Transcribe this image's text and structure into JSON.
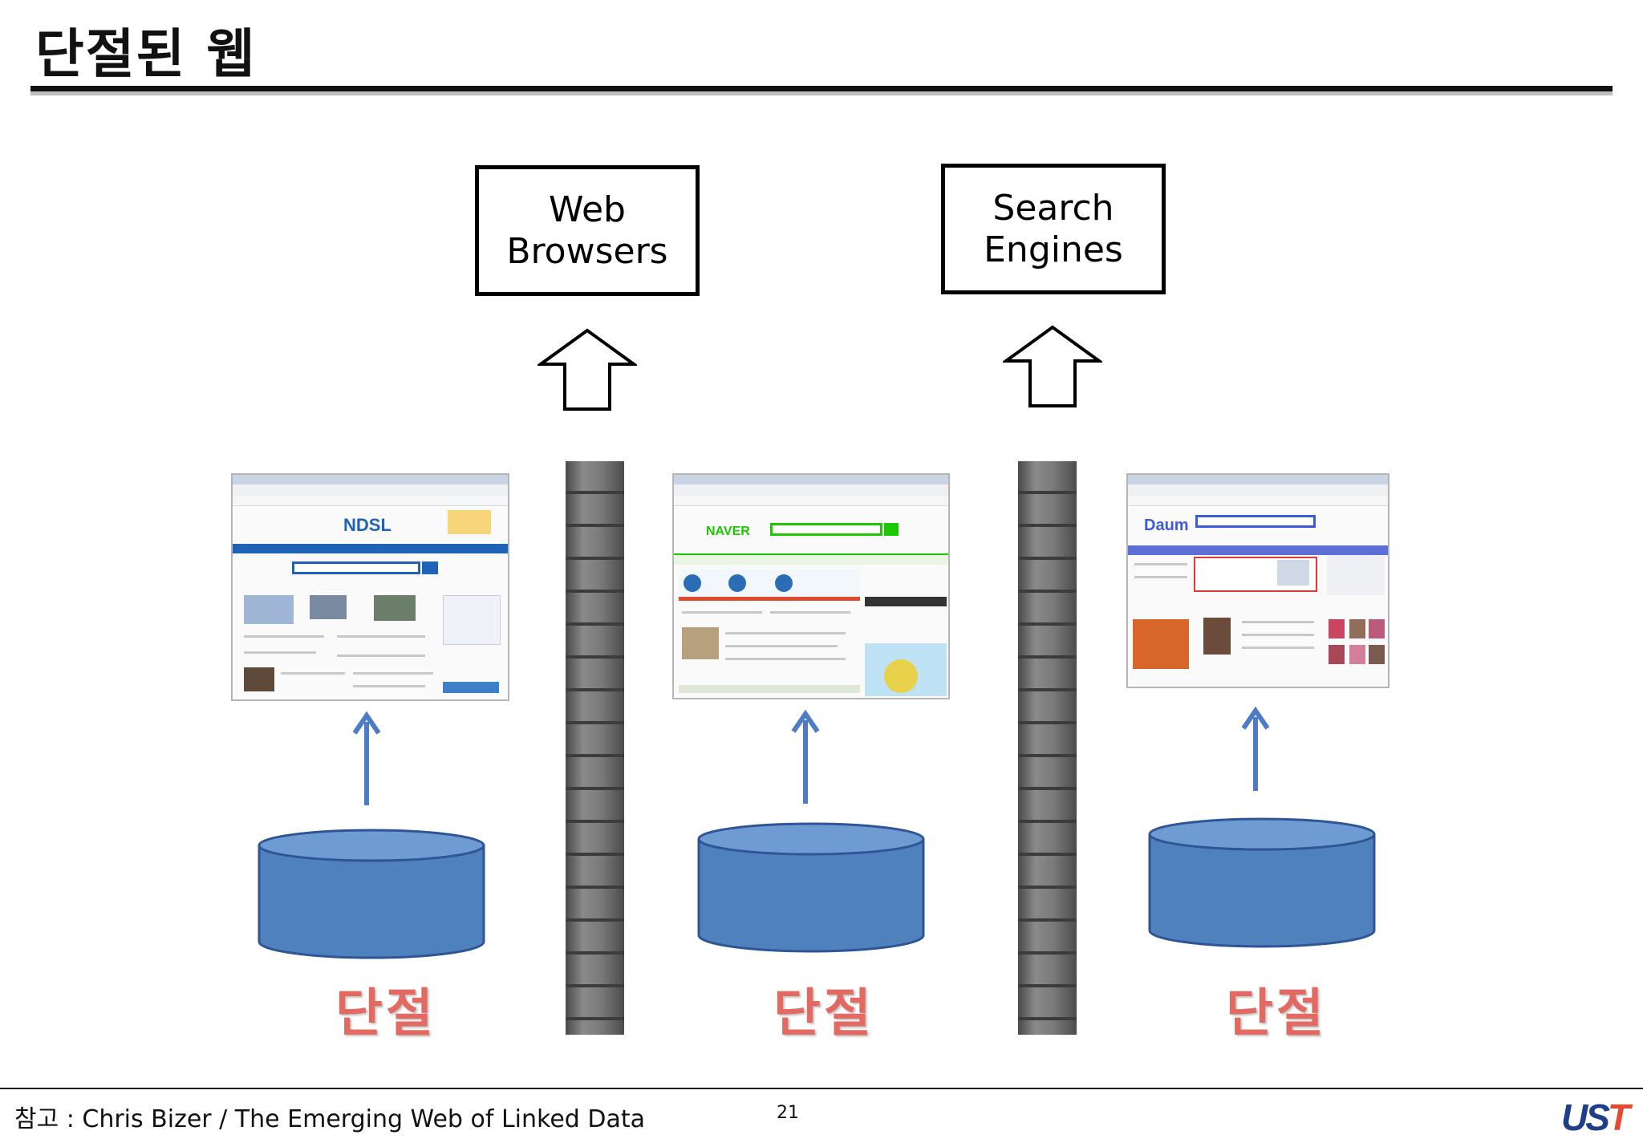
{
  "slide": {
    "title": "단절된 웹",
    "page_number": "21",
    "reference": "참고 : Chris Bizer / The Emerging Web of Linked Data",
    "logo": {
      "main": "UST",
      "accent_color": "#e34a2f",
      "color": "#1f3f8a"
    }
  },
  "boxes": [
    {
      "line1": "Web",
      "line2": "Browsers"
    },
    {
      "line1": "Search",
      "line2": "Engines"
    }
  ],
  "silos": [
    {
      "site": "NDSL",
      "label": "단절",
      "brand_color": "#1e63b8"
    },
    {
      "site": "NAVER",
      "label": "단절",
      "brand_color": "#1ec800"
    },
    {
      "site": "Daum",
      "label": "단절",
      "brand_color": "#3b5bdb"
    }
  ],
  "colors": {
    "cylinder_fill": "#4f81bd",
    "cylinder_stroke": "#2f5597",
    "arrow": "#4d7cc4",
    "silo_label": "#e26a63",
    "wall": "#6f6f6f"
  },
  "icons": [
    "hollow-up-arrow-icon",
    "blue-up-arrow-icon",
    "database-cylinder-icon",
    "brick-wall"
  ]
}
